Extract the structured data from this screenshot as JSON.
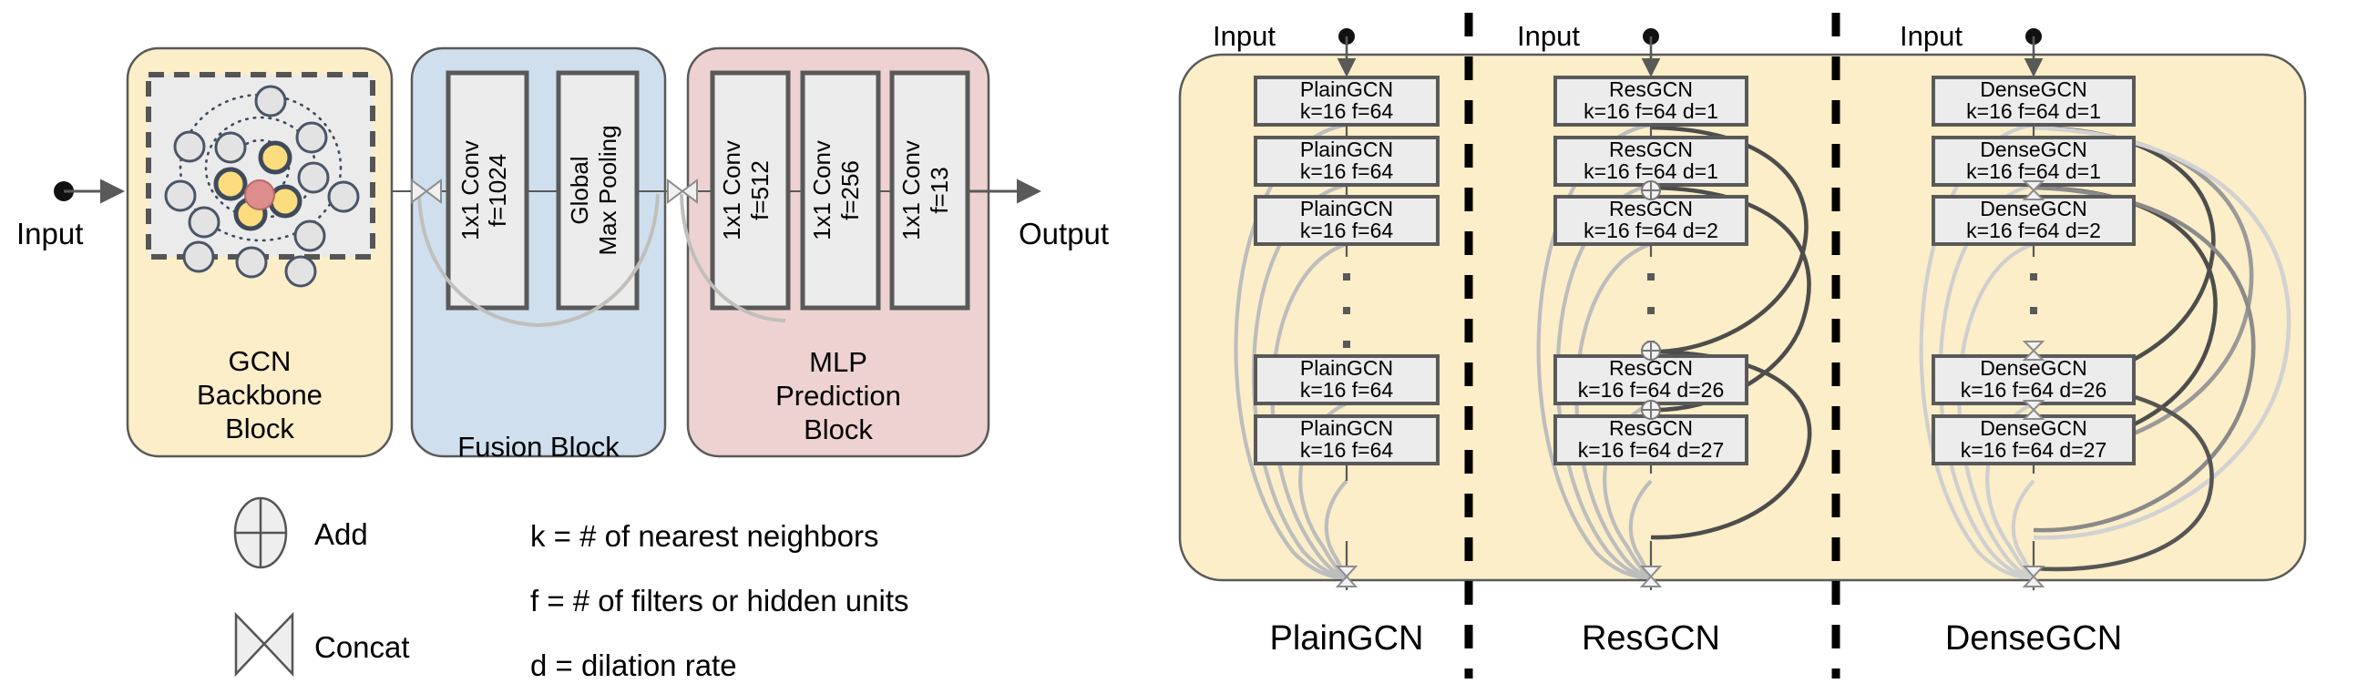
{
  "colors": {
    "yellow_fill": "#fbeec8",
    "blue_fill": "#cfdfee",
    "pink_fill": "#eed2d2",
    "panel_stroke": "#595959",
    "box_fill": "#ececec",
    "box_stroke": "#595959",
    "node_grey": "#e3e3e3",
    "node_grey_stroke": "#4a5568",
    "node_yellow": "#fbdd7e",
    "node_yellow_stroke": "#3f4a5a",
    "node_red": "#dd8d8b",
    "node_red_stroke": "#b76a68",
    "arrow": "#595959",
    "skip_light": "#b3b3b3",
    "skip_dark": "#4d4d4d",
    "dash_sep": "#000000",
    "inner_panel_fill": "#ebebeb",
    "inner_panel_stroke": "#555555"
  },
  "left_diagram": {
    "input_label": "Input",
    "output_label": "Output",
    "blocks": [
      {
        "id": "gcn-backbone",
        "title_lines": [
          "GCN",
          "Backbone",
          "Block"
        ],
        "fill": "#fbeec8"
      },
      {
        "id": "fusion",
        "title_lines": [
          "Fusion Block"
        ],
        "fill": "#cfdfee",
        "layers": [
          {
            "line1": "1x1 Conv",
            "line2": "f=1024"
          },
          {
            "line1": "Global",
            "line2": "Max Pooling"
          }
        ]
      },
      {
        "id": "mlp-prediction",
        "title_lines": [
          "MLP",
          "Prediction",
          "Block"
        ],
        "fill": "#eed2d2",
        "layers": [
          {
            "line1": "1x1 Conv",
            "line2": "f=512"
          },
          {
            "line1": "1x1 Conv",
            "line2": "f=256"
          },
          {
            "line1": "1x1 Conv",
            "line2": "f=13"
          }
        ]
      }
    ]
  },
  "legend": {
    "symbols": [
      {
        "icon": "add-circle-icon",
        "label": "Add"
      },
      {
        "icon": "concat-bowtie-icon",
        "label": "Concat"
      }
    ],
    "definitions": [
      "k = # of nearest neighbors",
      "f = # of filters or hidden units",
      "d = dilation rate"
    ]
  },
  "right_diagram": {
    "columns": [
      {
        "id": "plaingcn",
        "caption": "PlainGCN",
        "input_label": "Input",
        "junction_type": "none",
        "output_junction": "concat-bowtie-icon",
        "blocks": [
          {
            "line1": "PlainGCN",
            "line2": "k=16 f=64"
          },
          {
            "line1": "PlainGCN",
            "line2": "k=16 f=64"
          },
          {
            "line1": "PlainGCN",
            "line2": "k=16 f=64"
          },
          {
            "line1": "PlainGCN",
            "line2": "k=16 f=64"
          },
          {
            "line1": "PlainGCN",
            "line2": "k=16 f=64"
          }
        ]
      },
      {
        "id": "resgcn",
        "caption": "ResGCN",
        "input_label": "Input",
        "junction_type": "add-circle-icon",
        "output_junction": "concat-bowtie-icon",
        "blocks": [
          {
            "line1": "ResGCN",
            "line2": "k=16 f=64 d=1"
          },
          {
            "line1": "ResGCN",
            "line2": "k=16 f=64 d=1"
          },
          {
            "line1": "ResGCN",
            "line2": "k=16 f=64 d=2"
          },
          {
            "line1": "ResGCN",
            "line2": "k=16 f=64 d=26"
          },
          {
            "line1": "ResGCN",
            "line2": "k=16 f=64 d=27"
          }
        ]
      },
      {
        "id": "densegcn",
        "caption": "DenseGCN",
        "input_label": "Input",
        "junction_type": "concat-bowtie-icon",
        "output_junction": "concat-bowtie-icon",
        "blocks": [
          {
            "line1": "DenseGCN",
            "line2": "k=16 f=64 d=1"
          },
          {
            "line1": "DenseGCN",
            "line2": "k=16 f=64 d=1"
          },
          {
            "line1": "DenseGCN",
            "line2": "k=16 f=64 d=2"
          },
          {
            "line1": "DenseGCN",
            "line2": "k=16 f=64 d=26"
          },
          {
            "line1": "DenseGCN",
            "line2": "k=16 f=64 d=27"
          }
        ]
      }
    ]
  }
}
